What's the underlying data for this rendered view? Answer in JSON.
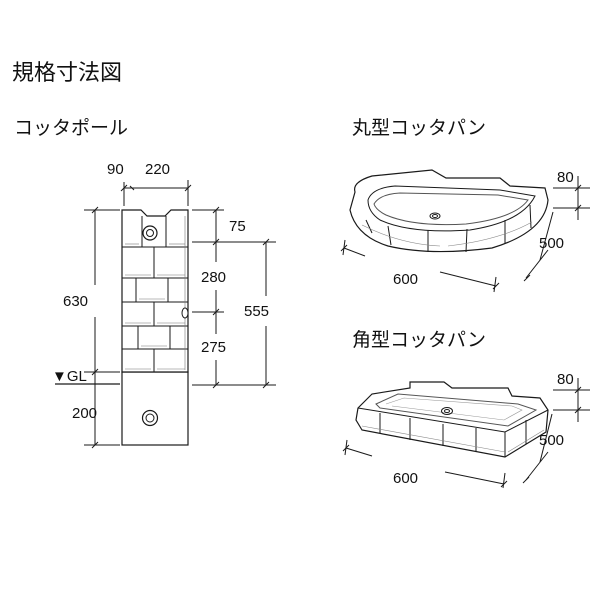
{
  "title": "規格寸法図",
  "pole": {
    "name": "コッタポール",
    "dim_top_left": "90",
    "dim_top_right": "220",
    "dim_75": "75",
    "dim_280": "280",
    "dim_275": "275",
    "dim_555": "555",
    "dim_630": "630",
    "dim_200": "200",
    "gl_label": "▼GL"
  },
  "round_pan": {
    "name": "丸型コッタパン",
    "dim_height": "80",
    "dim_depth": "500",
    "dim_width": "600"
  },
  "square_pan": {
    "name": "角型コッタパン",
    "dim_height": "80",
    "dim_depth": "500",
    "dim_width": "600"
  }
}
